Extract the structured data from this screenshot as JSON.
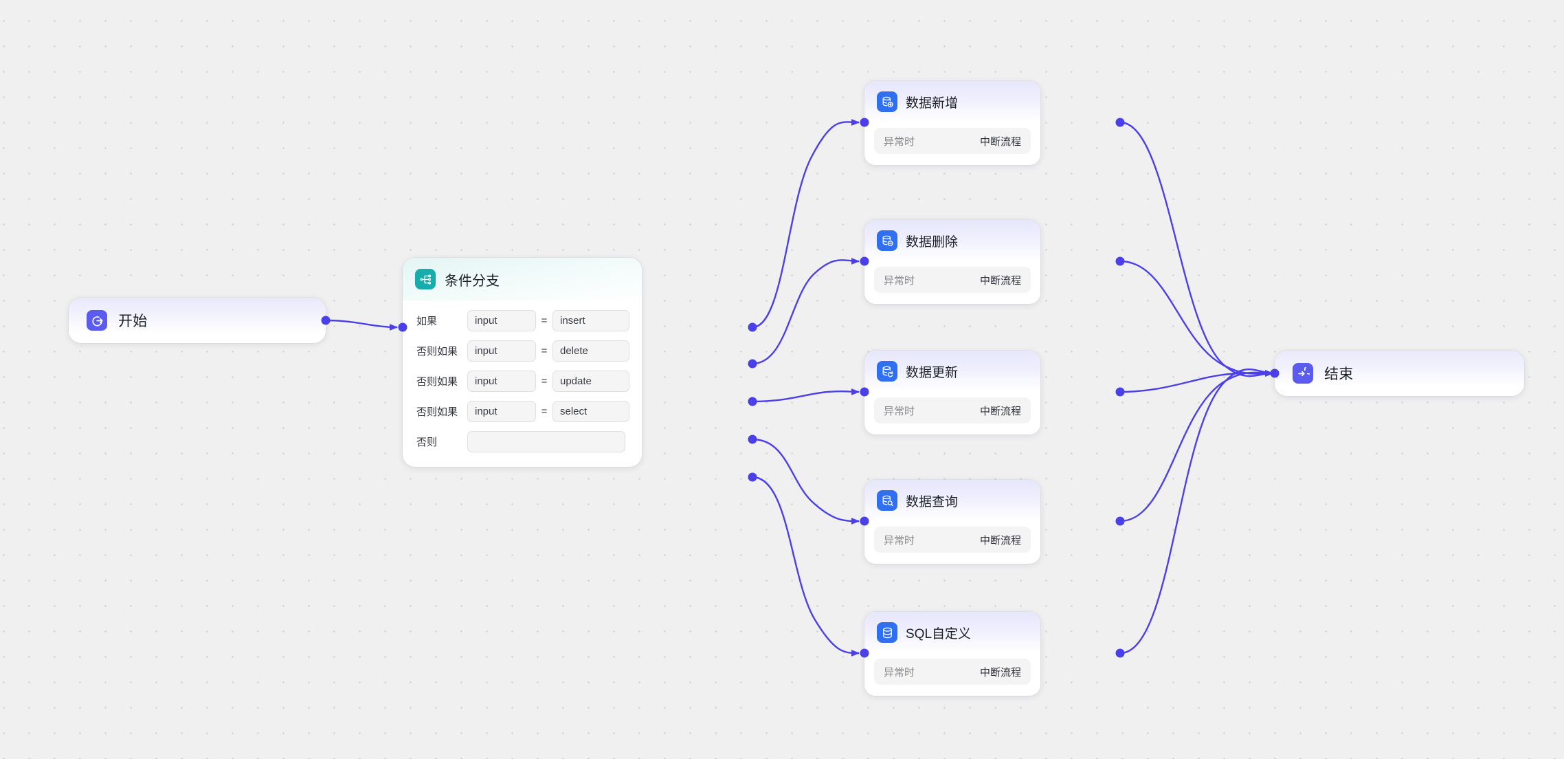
{
  "canvas": {
    "background_color": "#f0f0f0",
    "dot_color": "#c9c9c9",
    "edge_color": "#4a3fe8",
    "port_color": "#4a3fe8"
  },
  "nodes": {
    "start": {
      "title": "开始",
      "icon": "start-flow-icon",
      "icon_color": "#5b5bf0"
    },
    "condition": {
      "title": "条件分支",
      "icon": "branch-icon",
      "icon_color": "#17adad",
      "rows": [
        {
          "label": "如果",
          "left": "input",
          "op": "=",
          "right": "insert"
        },
        {
          "label": "否则如果",
          "left": "input",
          "op": "=",
          "right": "delete"
        },
        {
          "label": "否则如果",
          "left": "input",
          "op": "=",
          "right": "update"
        },
        {
          "label": "否则如果",
          "left": "input",
          "op": "=",
          "right": "select"
        },
        {
          "label": "否则",
          "left": "",
          "op": "",
          "right": ""
        }
      ]
    },
    "end": {
      "title": "结束",
      "icon": "end-flow-icon",
      "icon_color": "#5b5bf0"
    },
    "actions": [
      {
        "title": "数据新增",
        "icon": "database-add-icon",
        "icon_color": "#2f6ff0",
        "exception_label": "异常时",
        "exception_value": "中断流程"
      },
      {
        "title": "数据删除",
        "icon": "database-remove-icon",
        "icon_color": "#2f6ff0",
        "exception_label": "异常时",
        "exception_value": "中断流程"
      },
      {
        "title": "数据更新",
        "icon": "database-update-icon",
        "icon_color": "#2f6ff0",
        "exception_label": "异常时",
        "exception_value": "中断流程"
      },
      {
        "title": "数据查询",
        "icon": "database-search-icon",
        "icon_color": "#2f6ff0",
        "exception_label": "异常时",
        "exception_value": "中断流程"
      },
      {
        "title": "SQL自定义",
        "icon": "database-icon",
        "icon_color": "#2f6ff0",
        "exception_label": "异常时",
        "exception_value": "中断流程"
      }
    ]
  }
}
